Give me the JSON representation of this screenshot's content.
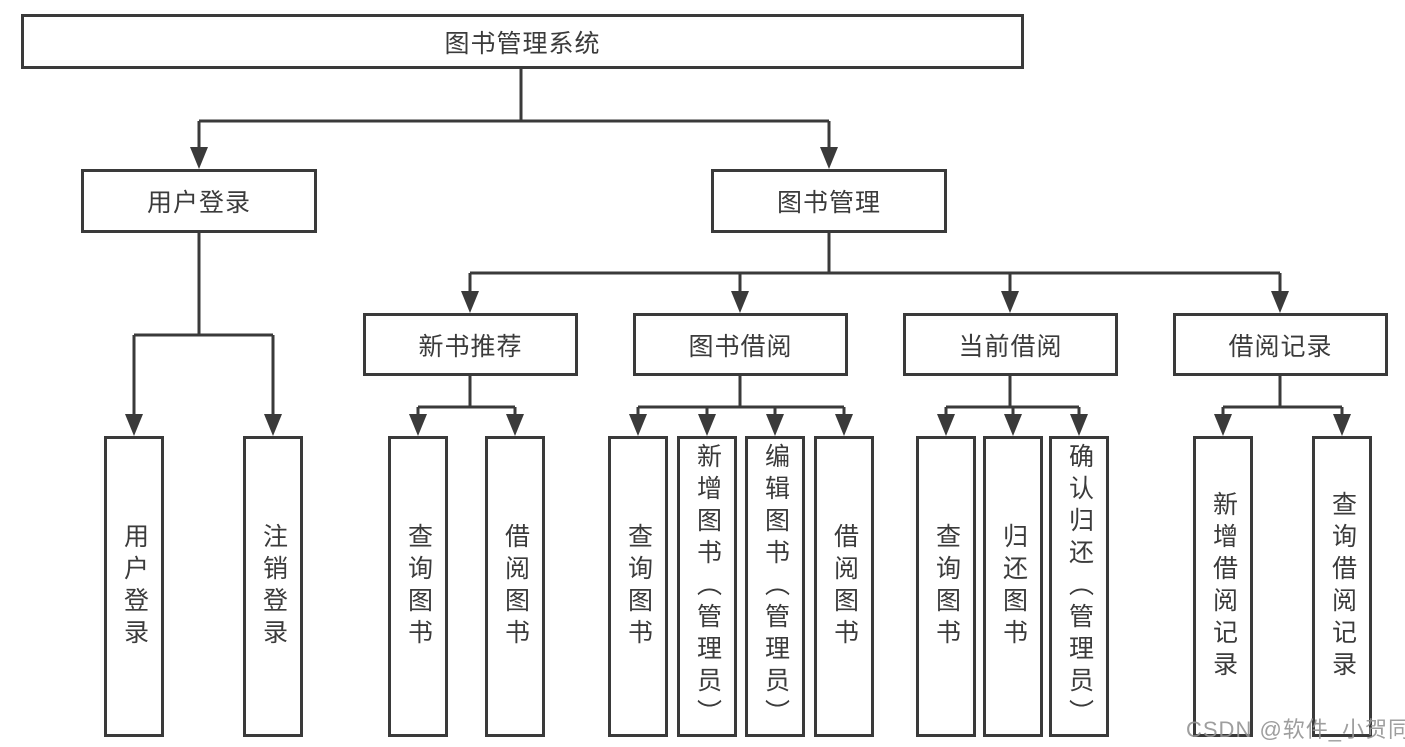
{
  "diagram_title": "图书管理系统",
  "colors": {
    "line": "#3a3a3a",
    "text": "#3b3b3b",
    "box_fill": "#ffffff",
    "watermark": "#949494",
    "background": "#ffffff"
  },
  "nodes": {
    "root": {
      "label": "图书管理系统"
    },
    "user_login": {
      "label": "用户登录"
    },
    "book_management": {
      "label": "图书管理"
    },
    "new_book_recommend": {
      "label": "新书推荐"
    },
    "book_borrowing": {
      "label": "图书借阅"
    },
    "current_borrowing": {
      "label": "当前借阅"
    },
    "borrowing_records": {
      "label": "借阅记录"
    },
    "leaf_user_login": {
      "label": "用户登录"
    },
    "leaf_logout_login": {
      "label": "注销登录"
    },
    "leaf_nb_query_books": {
      "label": "查询图书"
    },
    "leaf_nb_borrow_books": {
      "label": "借阅图书"
    },
    "leaf_bb_query_books": {
      "label": "查询图书"
    },
    "leaf_bb_add_books_admin": {
      "label": "新增图书（管理员）"
    },
    "leaf_bb_edit_books_admin": {
      "label": "编辑图书（管理员）"
    },
    "leaf_bb_borrow_books": {
      "label": "借阅图书"
    },
    "leaf_cb_query_books": {
      "label": "查询图书"
    },
    "leaf_cb_return_books": {
      "label": "归还图书"
    },
    "leaf_cb_confirm_return_admin": {
      "label": "确认归还（管理员）"
    },
    "leaf_br_add_record": {
      "label": "新增借阅记录"
    },
    "leaf_br_query_record": {
      "label": "查询借阅记录"
    }
  },
  "watermark": "CSDN @软件_小贺同学"
}
